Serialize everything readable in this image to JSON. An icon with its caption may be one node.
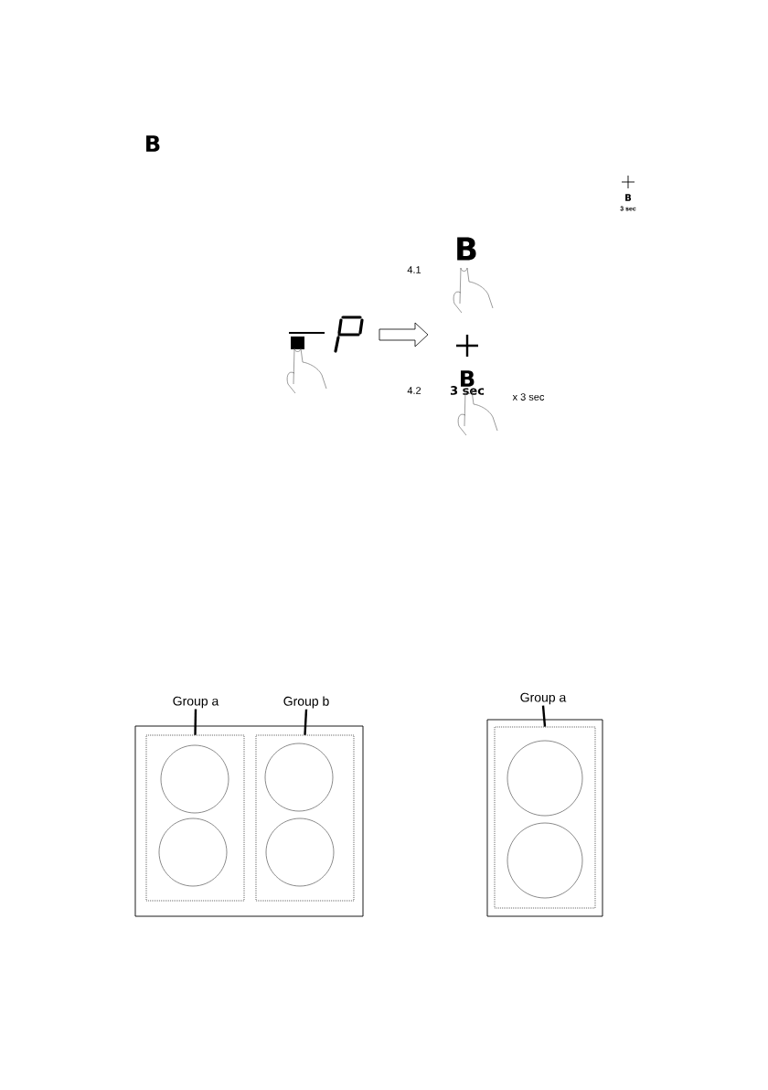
{
  "diagram": {
    "nodes": [
      {
        "text": [],
        "shape": "picture"
      },
      {
        "text": [
          "B"
        ],
        "beside": [
          "4.1"
        ]
      },
      {
        "text": [
          "B",
          "3 sec"
        ],
        "beside": [
          "4.2",
          "x 3 sec"
        ]
      },
      {
        "text": [],
        "shape": "box"
      },
      {
        "text": [],
        "shape": "box",
        "in": 3
      },
      {
        "text": [],
        "shape": "circle",
        "in": 4
      },
      {
        "text": [],
        "shape": "circle",
        "in": 4
      },
      {
        "text": [],
        "shape": "box",
        "in": 3
      },
      {
        "text": [],
        "shape": "circle",
        "in": 7
      },
      {
        "text": [],
        "shape": "circle",
        "in": 7
      },
      {
        "text": [],
        "shape": "box"
      },
      {
        "text": [],
        "shape": "box",
        "in": 10
      },
      {
        "text": [],
        "shape": "circle",
        "in": 11
      },
      {
        "text": [],
        "shape": "circle",
        "in": 11
      },
      {
        "text": [
          "Group a"
        ]
      },
      {
        "text": [
          "Group b"
        ]
      },
      {
        "text": [
          "Group a"
        ]
      }
    ],
    "edges": [
      {
        "from": 0,
        "to": null,
        "arrow": "to"
      },
      {
        "from": 14,
        "to": 4,
        "arrow": "none"
      },
      {
        "from": 15,
        "to": 7,
        "arrow": "none"
      },
      {
        "from": 16,
        "to": 11,
        "arrow": "none"
      }
    ],
    "labels": [
      "B",
      "B",
      "3 sec"
    ]
  }
}
